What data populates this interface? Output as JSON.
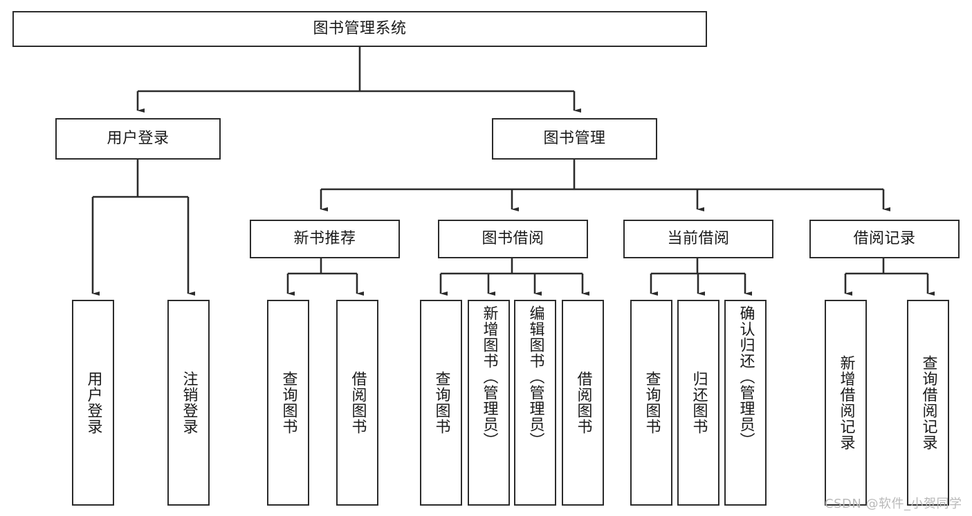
{
  "diagram": {
    "type": "tree-hierarchy",
    "title": "图书管理系统",
    "watermark": "CSDN @软件_小贺同学",
    "colors": {
      "box_border": "#2b2b2b",
      "box_fill": "#ffffff",
      "connector": "#2b2b2b",
      "text": "#1a1a1a",
      "watermark": "#b9b9b9",
      "background": "#ffffff"
    },
    "root": {
      "id": "root",
      "label": "图书管理系统",
      "orientation": "horizontal"
    },
    "level2": [
      {
        "id": "user-login",
        "label": "用户登录",
        "orientation": "horizontal"
      },
      {
        "id": "book-management",
        "label": "图书管理",
        "orientation": "horizontal"
      }
    ],
    "level3": [
      {
        "id": "new-book-recommend",
        "label": "新书推荐",
        "orientation": "horizontal",
        "parent": "book-management"
      },
      {
        "id": "book-borrow",
        "label": "图书借阅",
        "orientation": "horizontal",
        "parent": "book-management"
      },
      {
        "id": "current-borrow",
        "label": "当前借阅",
        "orientation": "horizontal",
        "parent": "book-management"
      },
      {
        "id": "borrow-record",
        "label": "借阅记录",
        "orientation": "horizontal",
        "parent": "book-management"
      }
    ],
    "leaves": [
      {
        "id": "leaf-user-login",
        "label": "用户登录",
        "orientation": "vertical",
        "parent": "user-login"
      },
      {
        "id": "leaf-logout",
        "label": "注销登录",
        "orientation": "vertical",
        "parent": "user-login"
      },
      {
        "id": "leaf-query-book-1",
        "label": "查询图书",
        "orientation": "vertical",
        "parent": "new-book-recommend"
      },
      {
        "id": "leaf-borrow-book-1",
        "label": "借阅图书",
        "orientation": "vertical",
        "parent": "new-book-recommend"
      },
      {
        "id": "leaf-query-book-2",
        "label": "查询图书",
        "orientation": "vertical",
        "parent": "book-borrow"
      },
      {
        "id": "leaf-add-book",
        "label": "新增图书（管理员）",
        "orientation": "vertical",
        "parent": "book-borrow"
      },
      {
        "id": "leaf-edit-book",
        "label": "编辑图书（管理员）",
        "orientation": "vertical",
        "parent": "book-borrow"
      },
      {
        "id": "leaf-borrow-book-2",
        "label": "借阅图书",
        "orientation": "vertical",
        "parent": "book-borrow"
      },
      {
        "id": "leaf-query-book-3",
        "label": "查询图书",
        "orientation": "vertical",
        "parent": "current-borrow"
      },
      {
        "id": "leaf-return-book",
        "label": "归还图书",
        "orientation": "vertical",
        "parent": "current-borrow"
      },
      {
        "id": "leaf-confirm-return",
        "label": "确认归还（管理员）",
        "orientation": "vertical",
        "parent": "current-borrow"
      },
      {
        "id": "leaf-add-record",
        "label": "新增借阅记录",
        "orientation": "vertical",
        "parent": "borrow-record"
      },
      {
        "id": "leaf-query-record",
        "label": "查询借阅记录",
        "orientation": "vertical",
        "parent": "borrow-record"
      }
    ]
  }
}
